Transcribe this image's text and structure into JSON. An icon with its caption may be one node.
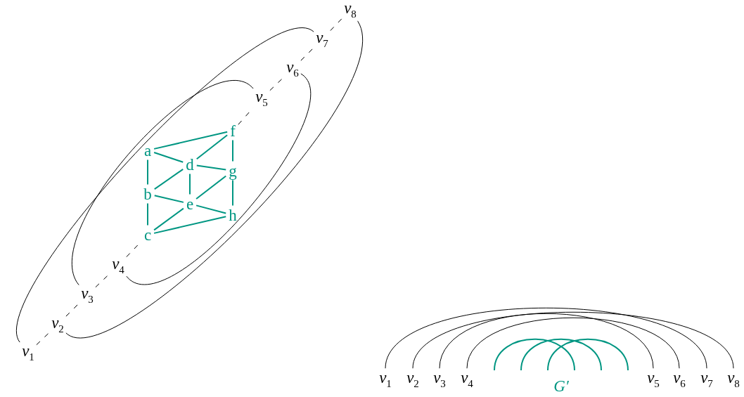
{
  "diagram": {
    "nodes": [
      {
        "text": [
          "v$_{1}$"
        ]
      },
      {
        "text": [
          "v$_{2}$"
        ]
      },
      {
        "text": [
          "v$_{3}$"
        ]
      },
      {
        "text": [
          "v$_{4}$"
        ]
      },
      {
        "text": [
          "v$_{5}$"
        ]
      },
      {
        "text": [
          "v$_{6}$"
        ]
      },
      {
        "text": [
          "v$_{7}$"
        ]
      },
      {
        "text": [
          "v$_{8}$"
        ]
      },
      {
        "text": [
          "a"
        ]
      },
      {
        "text": [
          "b"
        ]
      },
      {
        "text": [
          "c"
        ]
      },
      {
        "text": [
          "d"
        ]
      },
      {
        "text": [
          "e"
        ]
      },
      {
        "text": [
          "f"
        ]
      },
      {
        "text": [
          "g"
        ]
      },
      {
        "text": [
          "h"
        ]
      },
      {
        "text": [
          "v$_{1}$"
        ]
      },
      {
        "text": [
          "v$_{2}$"
        ]
      },
      {
        "text": [
          "v$_{3}$"
        ]
      },
      {
        "text": [
          "v$_{4}$"
        ]
      },
      {
        "text": [
          "v$_{5}$"
        ]
      },
      {
        "text": [
          "v$_{6}$"
        ]
      },
      {
        "text": [
          "v$_{7}$"
        ]
      },
      {
        "text": [
          "v$_{8}$"
        ]
      }
    ],
    "edges": [
      {
        "from": 0,
        "to": 1,
        "arrow": "none",
        "style": "dashed"
      },
      {
        "from": 1,
        "to": 2,
        "arrow": "none",
        "style": "dashed"
      },
      {
        "from": 2,
        "to": 3,
        "arrow": "none",
        "style": "dashed"
      },
      {
        "from": 3,
        "to": 10,
        "arrow": "none",
        "style": "dashed"
      },
      {
        "from": 13,
        "to": 4,
        "arrow": "none",
        "style": "dashed"
      },
      {
        "from": 4,
        "to": 5,
        "arrow": "none",
        "style": "dashed"
      },
      {
        "from": 5,
        "to": 6,
        "arrow": "none",
        "style": "dashed"
      },
      {
        "from": 6,
        "to": 7,
        "arrow": "none",
        "style": "dashed"
      },
      {
        "from": 0,
        "to": 6,
        "arrow": "none"
      },
      {
        "from": 1,
        "to": 7,
        "arrow": "none"
      },
      {
        "from": 2,
        "to": 4,
        "arrow": "none"
      },
      {
        "from": 3,
        "to": 5,
        "arrow": "none"
      },
      {
        "from": 8,
        "to": 13,
        "arrow": "none",
        "color": "#009682"
      },
      {
        "from": 8,
        "to": 11,
        "arrow": "none",
        "color": "#009682"
      },
      {
        "from": 8,
        "to": 9,
        "arrow": "none",
        "color": "#009682"
      },
      {
        "from": 11,
        "to": 13,
        "arrow": "none",
        "color": "#009682"
      },
      {
        "from": 11,
        "to": 14,
        "arrow": "none",
        "color": "#009682"
      },
      {
        "from": 11,
        "to": 9,
        "arrow": "none",
        "color": "#009682"
      },
      {
        "from": 11,
        "to": 12,
        "arrow": "none",
        "color": "#009682"
      },
      {
        "from": 13,
        "to": 14,
        "arrow": "none",
        "color": "#009682"
      },
      {
        "from": 14,
        "to": 12,
        "arrow": "none",
        "color": "#009682"
      },
      {
        "from": 14,
        "to": 15,
        "arrow": "none",
        "color": "#009682"
      },
      {
        "from": 9,
        "to": 12,
        "arrow": "none",
        "color": "#009682"
      },
      {
        "from": 9,
        "to": 10,
        "arrow": "none",
        "color": "#009682"
      },
      {
        "from": 12,
        "to": 15,
        "arrow": "none",
        "color": "#009682"
      },
      {
        "from": 12,
        "to": 10,
        "arrow": "none",
        "color": "#009682"
      },
      {
        "from": 10,
        "to": 15,
        "arrow": "none",
        "color": "#009682"
      },
      {
        "from": 16,
        "to": 22,
        "arrow": "none"
      },
      {
        "from": 17,
        "to": 23,
        "arrow": "none"
      },
      {
        "from": 18,
        "to": 20,
        "arrow": "none"
      },
      {
        "from": 19,
        "to": 21,
        "arrow": "none"
      }
    ],
    "labels": [
      "G′"
    ]
  }
}
